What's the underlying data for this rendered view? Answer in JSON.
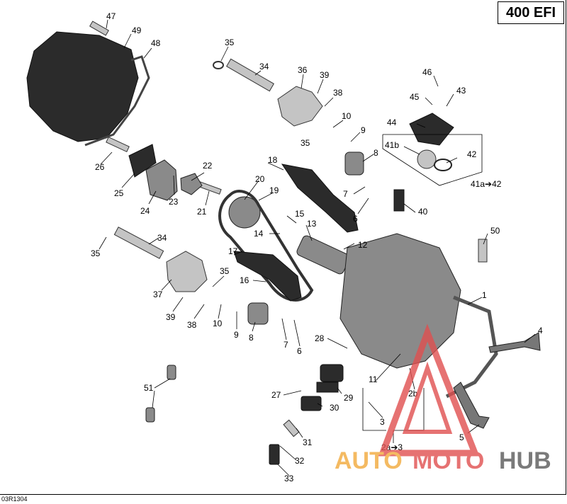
{
  "model_label": "400 EFI",
  "reference_code": "03R1304",
  "watermark": {
    "part1": "AUTO",
    "part2": "MOTO",
    "part3": "HUB",
    "color1": "#f2a93b",
    "color2": "#e05050",
    "color3": "#5a5a5a"
  },
  "callouts": {
    "c1": "1",
    "c2b": "2b",
    "c2a3": "2a➔3",
    "c3": "3",
    "c4": "4",
    "c5": "5",
    "c6a": "6",
    "c6b": "6",
    "c7a": "7",
    "c7b": "7",
    "c8a": "8",
    "c8b": "8",
    "c9a": "9",
    "c9b": "9",
    "c10a": "10",
    "c10b": "10",
    "c11": "11",
    "c12": "12",
    "c13": "13",
    "c14": "14",
    "c15": "15",
    "c16": "16",
    "c17": "17",
    "c18": "18",
    "c19": "19",
    "c20": "20",
    "c21": "21",
    "c22": "22",
    "c23": "23",
    "c24": "24",
    "c25": "25",
    "c26": "26",
    "c27": "27",
    "c28": "28",
    "c29": "29",
    "c30": "30",
    "c31": "31",
    "c32": "32",
    "c33": "33",
    "c34a": "34",
    "c34b": "34",
    "c35a": "35",
    "c35b": "35",
    "c35c": "35",
    "c35d": "35",
    "c36": "36",
    "c37": "37",
    "c38a": "38",
    "c38b": "38",
    "c39a": "39",
    "c39b": "39",
    "c40": "40",
    "c41b": "41b",
    "c41a42": "41a➔42",
    "c42": "42",
    "c43": "43",
    "c44": "44",
    "c45": "45",
    "c46": "46",
    "c47": "47",
    "c48": "48",
    "c49": "49",
    "c50": "50",
    "c51": "51"
  }
}
